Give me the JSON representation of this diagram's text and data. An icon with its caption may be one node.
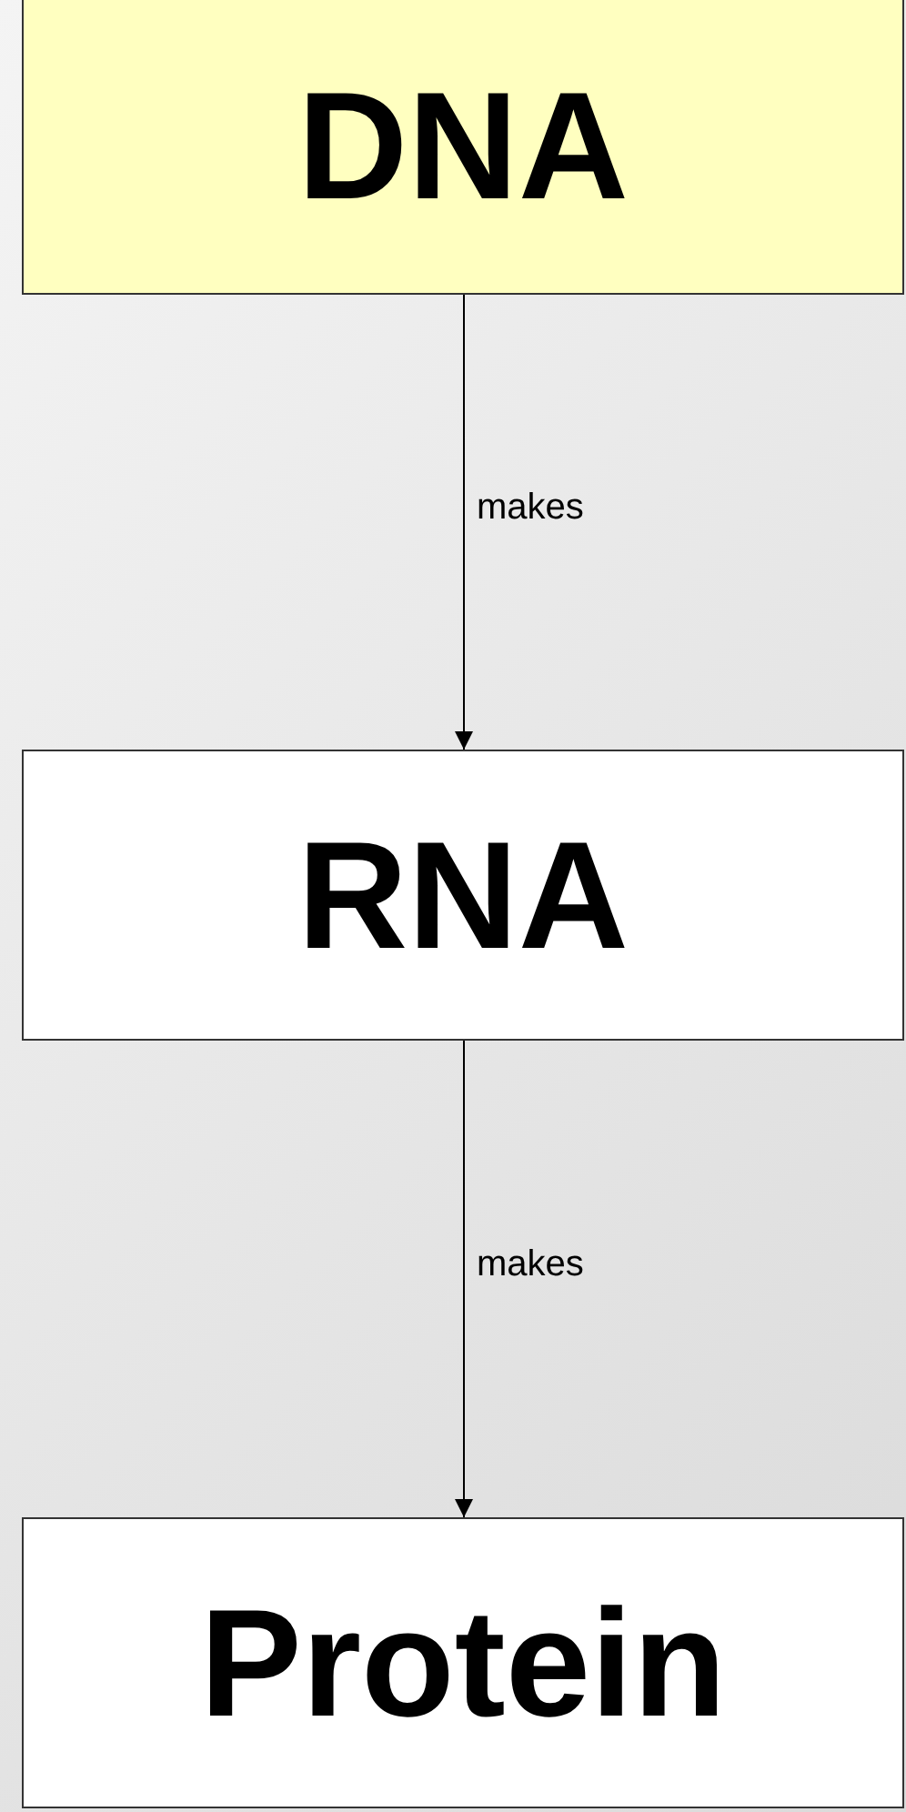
{
  "diagram": {
    "nodes": [
      {
        "text": [
          "DNA"
        ]
      },
      {
        "text": [
          "RNA"
        ]
      },
      {
        "text": [
          "Protein"
        ]
      }
    ],
    "edges": [
      {
        "from": 0,
        "to": 1,
        "arrow": "to",
        "label": "makes"
      },
      {
        "from": 1,
        "to": 2,
        "arrow": "to",
        "label": "makes"
      }
    ]
  }
}
